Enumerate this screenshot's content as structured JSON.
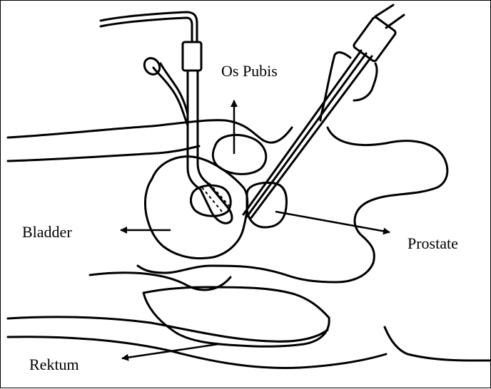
{
  "labels": {
    "os_pubis": "Os Pubis",
    "bladder": "Bladder",
    "prostate": "Prostate",
    "rektum": "Rektum"
  }
}
